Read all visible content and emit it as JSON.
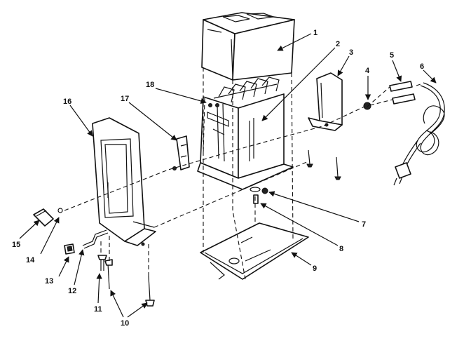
{
  "callouts": [
    {
      "id": "1",
      "label": "1"
    },
    {
      "id": "2",
      "label": "2"
    },
    {
      "id": "3",
      "label": "3"
    },
    {
      "id": "4",
      "label": "4"
    },
    {
      "id": "5",
      "label": "5"
    },
    {
      "id": "6",
      "label": "6"
    },
    {
      "id": "7",
      "label": "7"
    },
    {
      "id": "8",
      "label": "8"
    },
    {
      "id": "9",
      "label": "9"
    },
    {
      "id": "10",
      "label": "10"
    },
    {
      "id": "11",
      "label": "11"
    },
    {
      "id": "12",
      "label": "12"
    },
    {
      "id": "13",
      "label": "13"
    },
    {
      "id": "14",
      "label": "14"
    },
    {
      "id": "15",
      "label": "15"
    },
    {
      "id": "16",
      "label": "16"
    },
    {
      "id": "17",
      "label": "17"
    },
    {
      "id": "18",
      "label": "18"
    }
  ],
  "colors": {
    "line": "#111111",
    "background": "#ffffff"
  }
}
